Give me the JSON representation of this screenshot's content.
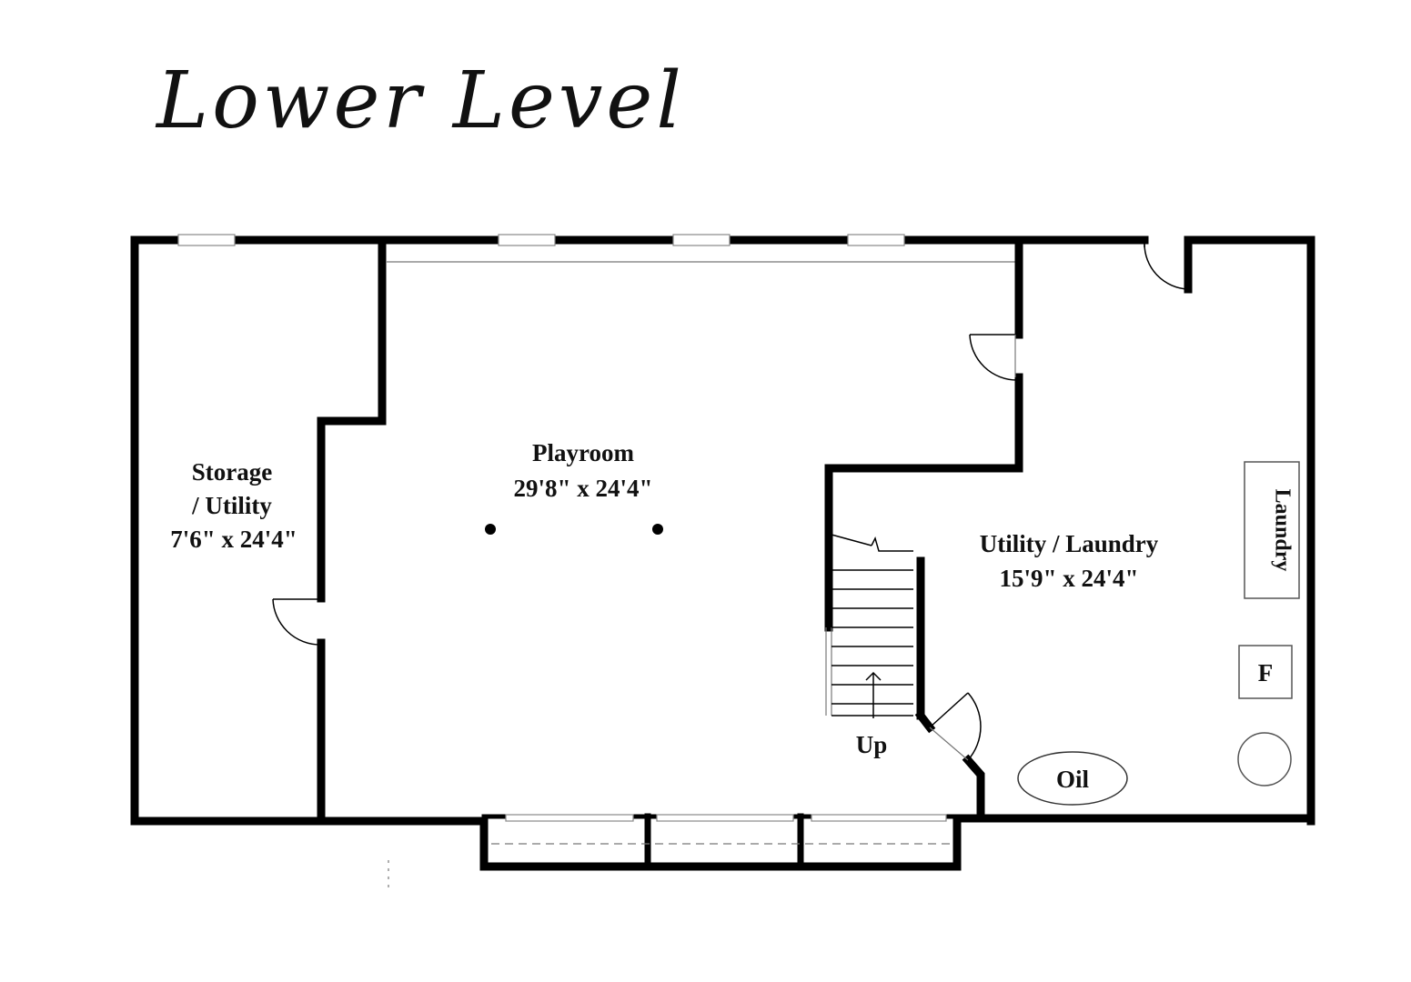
{
  "title": "Lower Level",
  "rooms": {
    "storage": {
      "name_line1": "Storage",
      "name_line2": "/ Utility",
      "dimensions": "7'6\" x 24'4\""
    },
    "playroom": {
      "name": "Playroom",
      "dimensions": "29'8\" x 24'4\""
    },
    "utility_laundry": {
      "name": "Utility / Laundry",
      "dimensions": "15'9\" x 24'4\""
    }
  },
  "fixtures": {
    "laundry": "Laundry",
    "furnace": "F",
    "oil_tank": "Oil",
    "stairs_direction": "Up"
  },
  "colors": {
    "walls": "#000000",
    "background": "#ffffff",
    "windows": "#888888"
  }
}
